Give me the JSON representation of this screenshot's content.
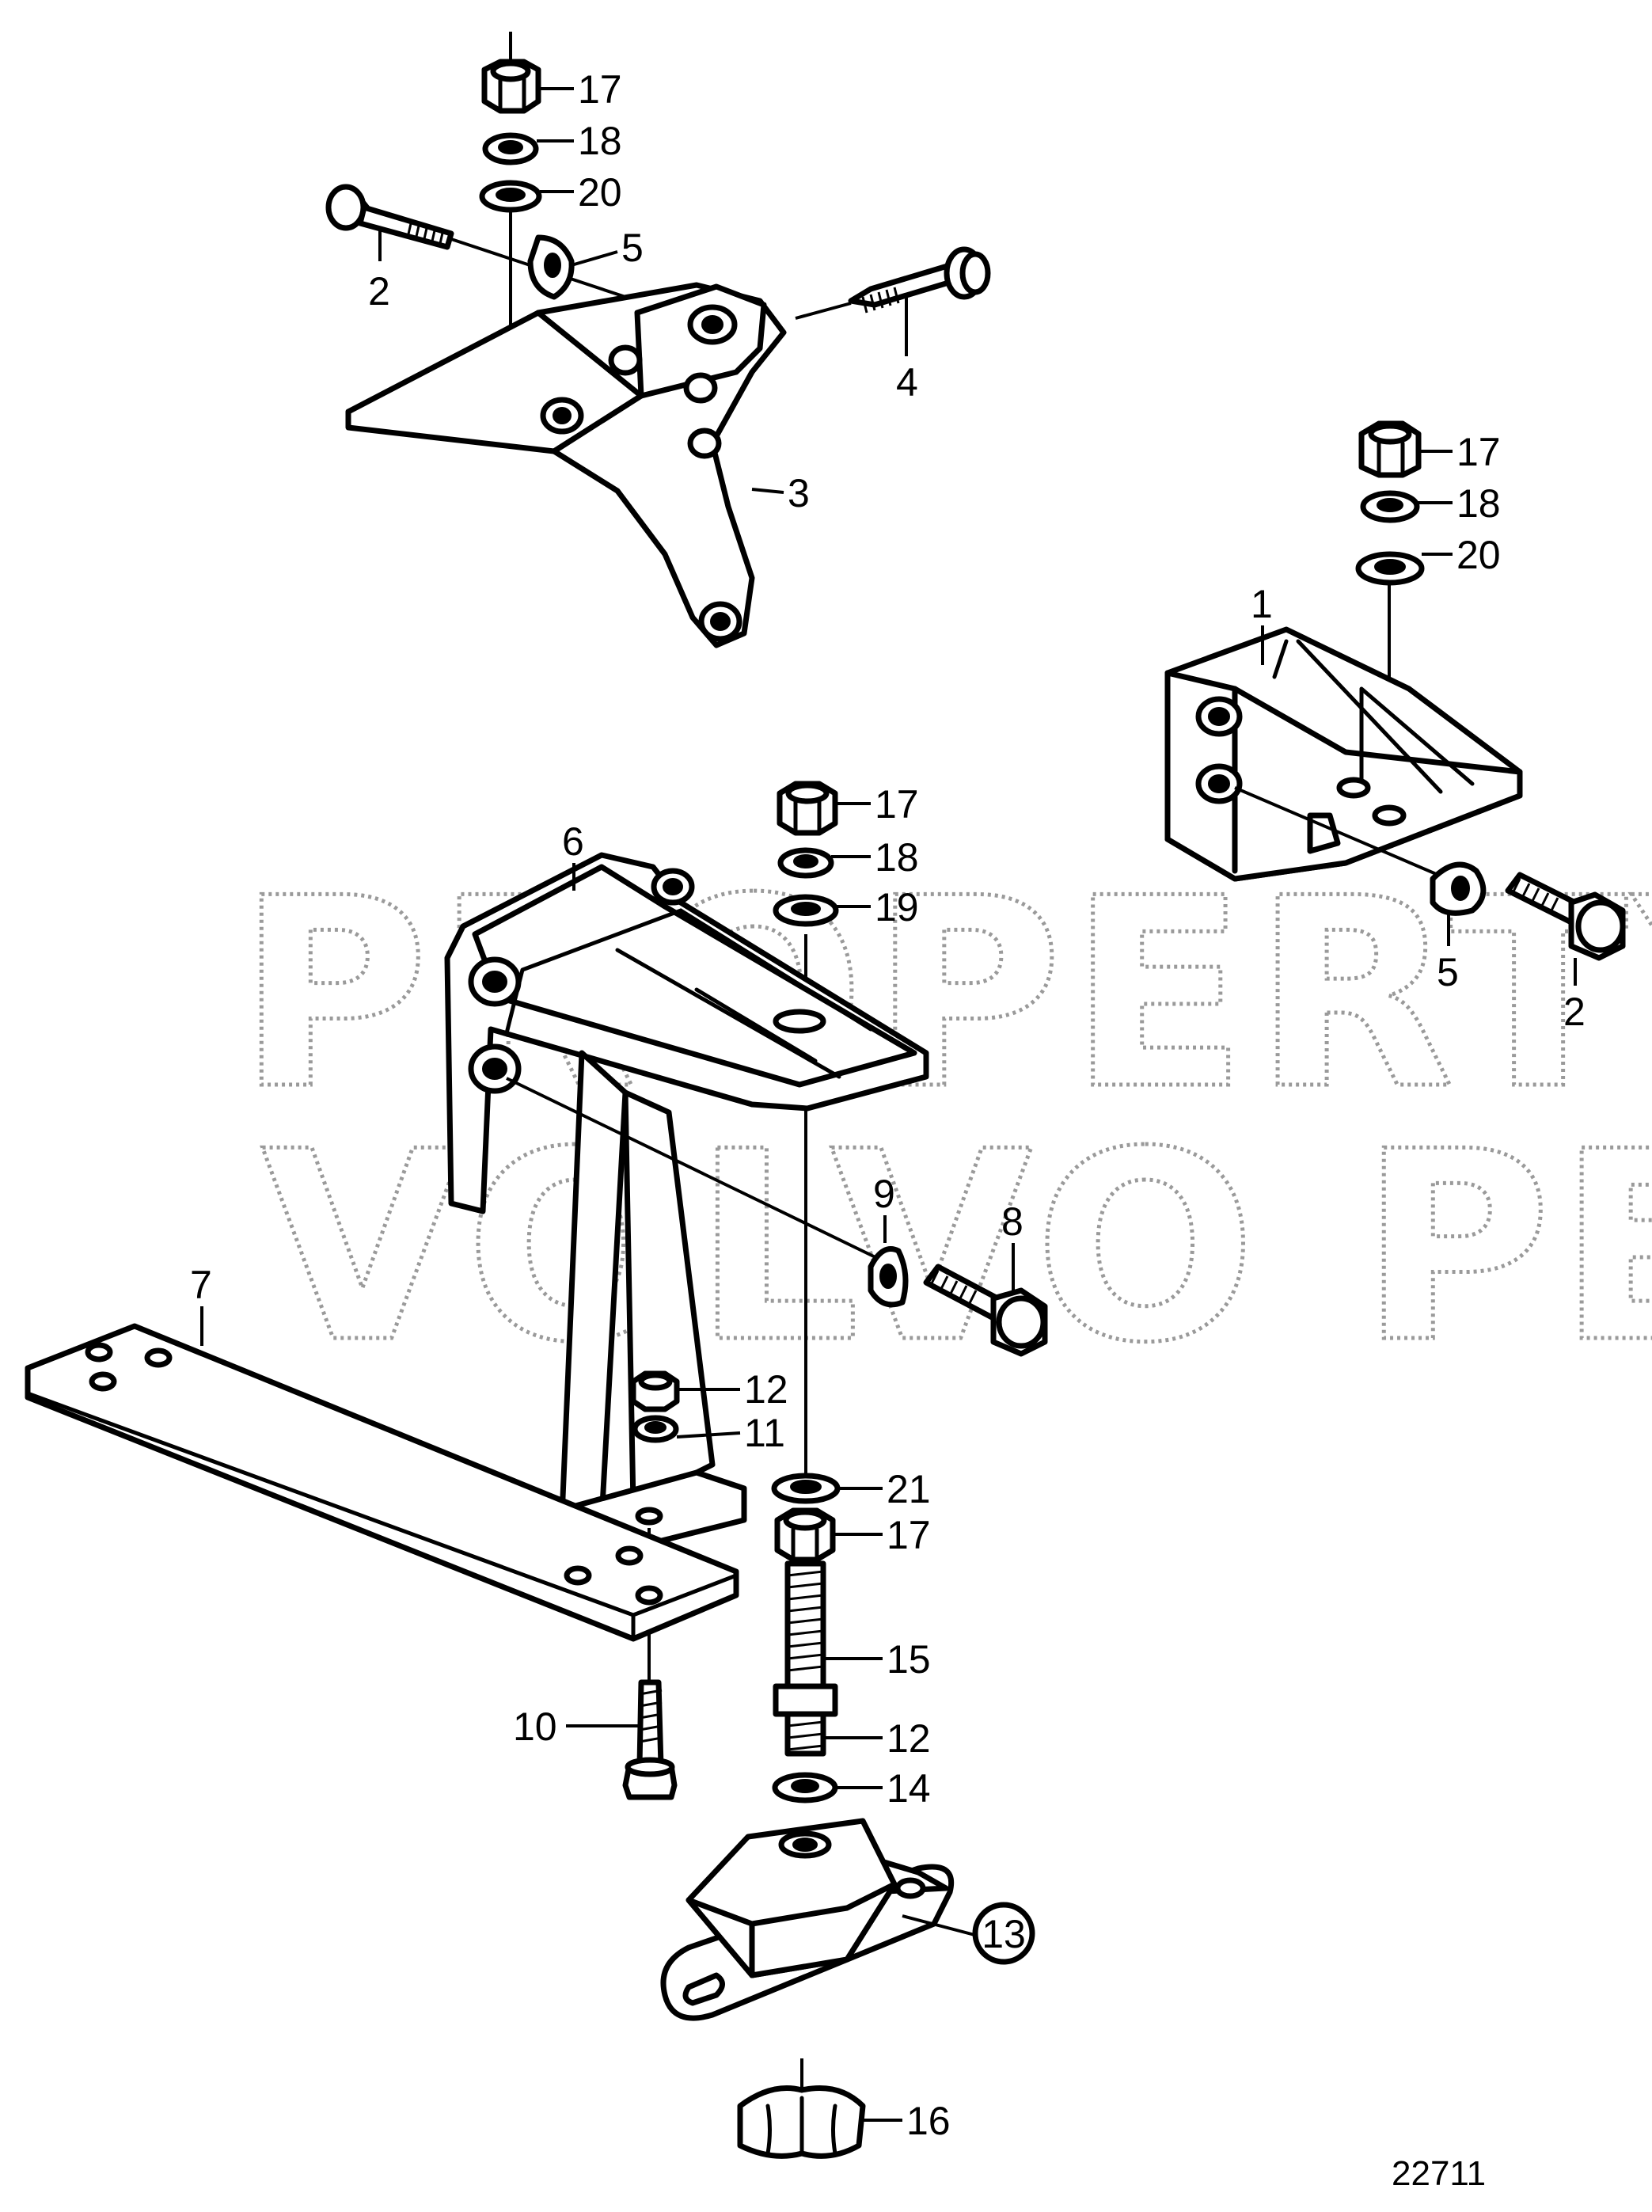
{
  "diagram": {
    "drawing_number": "22711",
    "watermark": [
      "PROPERTY OF",
      "VOLVO PENTA"
    ],
    "callouts": [
      {
        "id": "c17a",
        "label": "17"
      },
      {
        "id": "c18a",
        "label": "18"
      },
      {
        "id": "c20a",
        "label": "20"
      },
      {
        "id": "c5a",
        "label": "5"
      },
      {
        "id": "c2a",
        "label": "2"
      },
      {
        "id": "c4",
        "label": "4"
      },
      {
        "id": "c3",
        "label": "3"
      },
      {
        "id": "c17b",
        "label": "17"
      },
      {
        "id": "c18b",
        "label": "18"
      },
      {
        "id": "c20b",
        "label": "20"
      },
      {
        "id": "c1",
        "label": "1"
      },
      {
        "id": "c5b",
        "label": "5"
      },
      {
        "id": "c2b",
        "label": "2"
      },
      {
        "id": "c6",
        "label": "6"
      },
      {
        "id": "c17c",
        "label": "17"
      },
      {
        "id": "c18c",
        "label": "18"
      },
      {
        "id": "c19",
        "label": "19"
      },
      {
        "id": "c9",
        "label": "9"
      },
      {
        "id": "c8",
        "label": "8"
      },
      {
        "id": "c7",
        "label": "7"
      },
      {
        "id": "c12a",
        "label": "12"
      },
      {
        "id": "c11",
        "label": "11"
      },
      {
        "id": "c21",
        "label": "21"
      },
      {
        "id": "c17d",
        "label": "17"
      },
      {
        "id": "c15",
        "label": "15"
      },
      {
        "id": "c10",
        "label": "10"
      },
      {
        "id": "c12b",
        "label": "12"
      },
      {
        "id": "c14",
        "label": "14"
      },
      {
        "id": "c13",
        "label": "13"
      },
      {
        "id": "c16",
        "label": "16"
      }
    ]
  }
}
